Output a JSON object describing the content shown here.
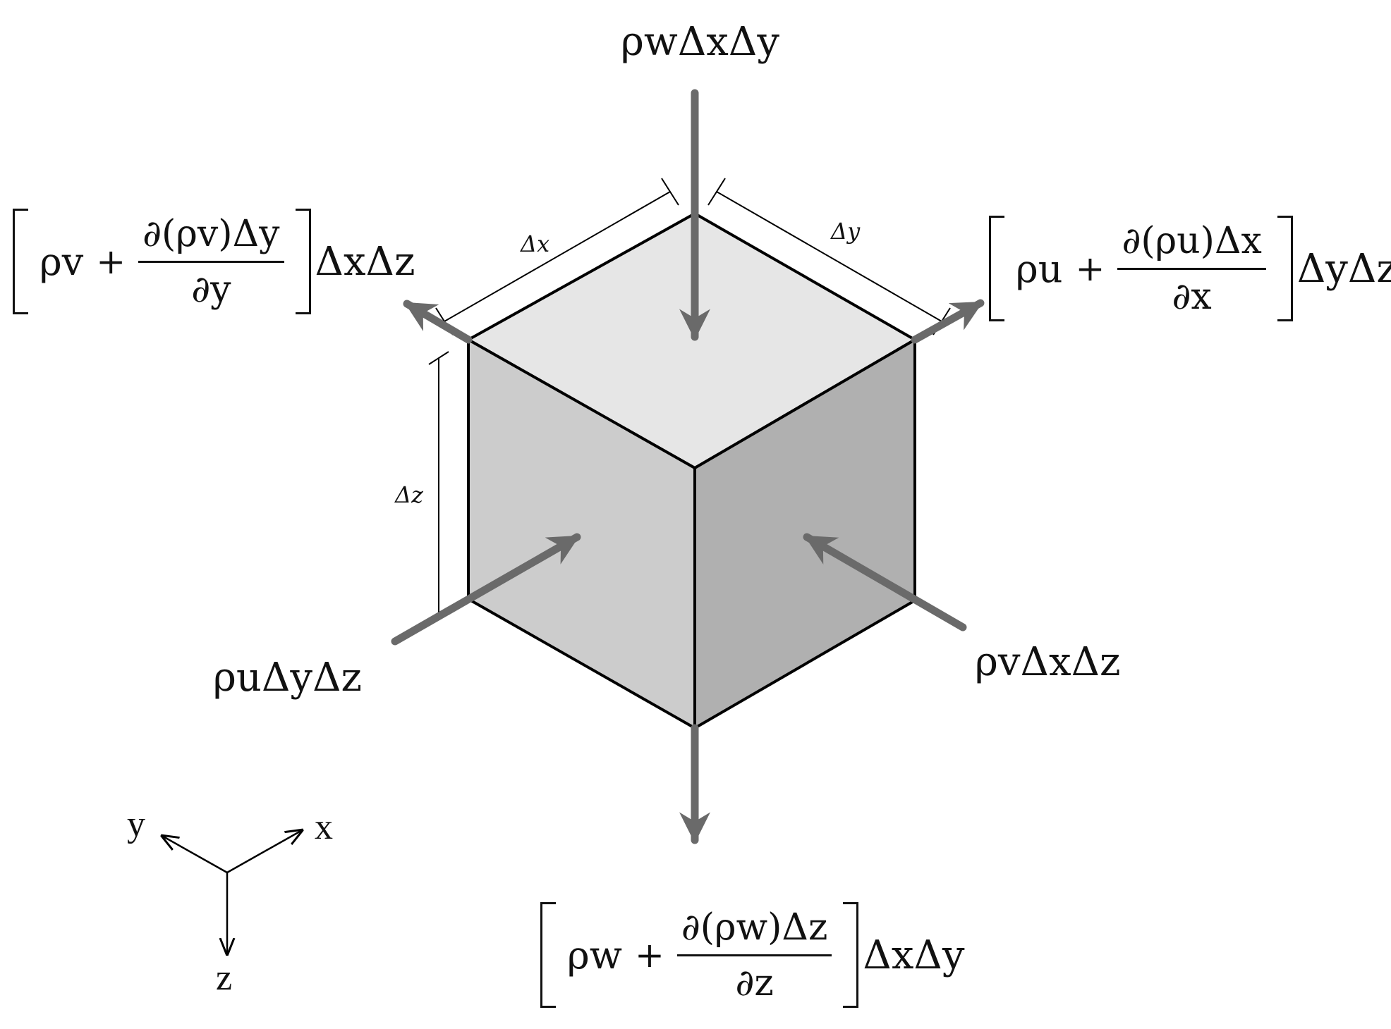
{
  "labels": {
    "top_flux": "ρwΔxΔy",
    "left_in_flux": "ρuΔyΔz",
    "right_in_flux": "ρvΔxΔz",
    "dim_x": "Δx",
    "dim_y": "Δy",
    "dim_z": "Δz"
  },
  "out_flux_y": {
    "term": "ρv",
    "plus": "+",
    "numerator": "∂(ρv)Δy",
    "denominator": "∂y",
    "suffix": "ΔxΔz"
  },
  "out_flux_x": {
    "term": "ρu",
    "plus": "+",
    "numerator": "∂(ρu)Δx",
    "denominator": "∂x",
    "suffix": "ΔyΔz"
  },
  "out_flux_z": {
    "term": "ρw",
    "plus": "+",
    "numerator": "∂(ρw)Δz",
    "denominator": "∂z",
    "suffix": "ΔxΔy"
  },
  "axes": {
    "x": "x",
    "y": "y",
    "z": "z"
  },
  "colors": {
    "top_face": "#e6e6e6",
    "left_face": "#cccccc",
    "right_face": "#b0b0b0",
    "edge": "#000000",
    "flux_arrow": "#6a6a6a",
    "dimension_line": "#000000"
  }
}
